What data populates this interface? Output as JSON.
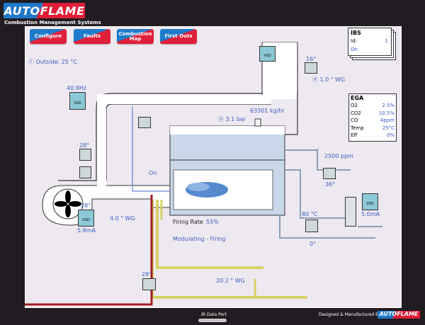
{
  "header": {
    "brand": "AUTOFLAME",
    "tagline": "Combustion Management Systems"
  },
  "toolbar": {
    "buttons": [
      {
        "label": "Configure"
      },
      {
        "label": "Faults"
      },
      {
        "label": "Combustion Map"
      },
      {
        "label": "First Outs"
      }
    ]
  },
  "outside": {
    "icon": "thermometer-icon",
    "label": "Outside: 25 °C"
  },
  "ibs": {
    "title": "IBS",
    "id_label": "Id:",
    "id_value": "1",
    "status": "On"
  },
  "ega": {
    "title": "EGA",
    "rows": [
      {
        "name": "O2",
        "value": "2.5%"
      },
      {
        "name": "CO2",
        "value": "10.5%"
      },
      {
        "name": "CO",
        "value": "4ppm"
      },
      {
        "name": "Temp",
        "value": "25°C"
      },
      {
        "name": "Eff",
        "value": "0%"
      }
    ]
  },
  "readings": {
    "fd_vsd_freq": "40.9Hz",
    "top_damper_angle": "16°",
    "top_pressure": "1.0 \" WG",
    "left_damper_angle": "28°",
    "fan_damper_angle": "28°",
    "fan_vsd_current": "5.8mA",
    "air_pressure": "4.0 \" WG",
    "steam_flow": "63301 kg/hr",
    "steam_pressure": "3.1 bar",
    "tds": "2500 ppm",
    "tds_valve_angle": "36°",
    "feedwater_temp": "80 °C",
    "pump_vsd_current": "5.0mA",
    "blowdown_angle": "0°",
    "fuel_valve_angle": "28°",
    "gas_pressure": "20.2 \" WG",
    "burner_state": "On",
    "firing_rate_label": "Firing Rate",
    "firing_rate_value": "55%",
    "mode": "Modulating - Firing"
  },
  "vsd_label": "VSD",
  "footer": {
    "ir_port": "IR Data Port",
    "designed_by": "Designed & Manufactured By",
    "brand": "AUTOFLAME"
  }
}
